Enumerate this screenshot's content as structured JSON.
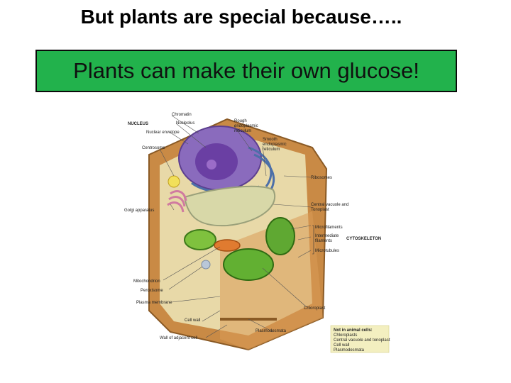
{
  "slide": {
    "title": "But plants are special because…..",
    "banner": "Plants can make their own glucose!"
  },
  "diagram": {
    "labels": {
      "nucleus": "NUCLEUS",
      "chromatin": "Chromatin",
      "nucleolus": "Nucleolus",
      "nuclear_envelope": "Nuclear envelope",
      "centrosome": "Centrosome",
      "rough_er": [
        "Rough",
        "endoplasmic",
        "reticulum"
      ],
      "smooth_er": [
        "Smooth",
        "endoplasmic",
        "reticulum"
      ],
      "ribosomes": "Ribosomes",
      "central_vacuole": [
        "Central vacuole and",
        "Tonoplast"
      ],
      "golgi": "Golgi apparatus",
      "microfilaments": "Microfilaments",
      "intermediate_filaments": [
        "Intermediate",
        "filaments"
      ],
      "cytoskeleton": "CYTOSKELETON",
      "microtubules": "Microtubules",
      "mitochondrion": "Mitochondrion",
      "peroxisome": "Peroxisome",
      "plasma_membrane": "Plasma membrane",
      "chloroplast": "Chloroplast",
      "cell_wall": "Cell wall",
      "wall_adjacent": "Wall of adjacent cell",
      "plasmodesmata": "Plasmodesmata"
    },
    "note": {
      "heading": "Not in animal cells:",
      "items": [
        "Chloroplasts",
        "Central vacuole and tonoplast",
        "Cell wall",
        "Plasmodesmata"
      ]
    }
  }
}
